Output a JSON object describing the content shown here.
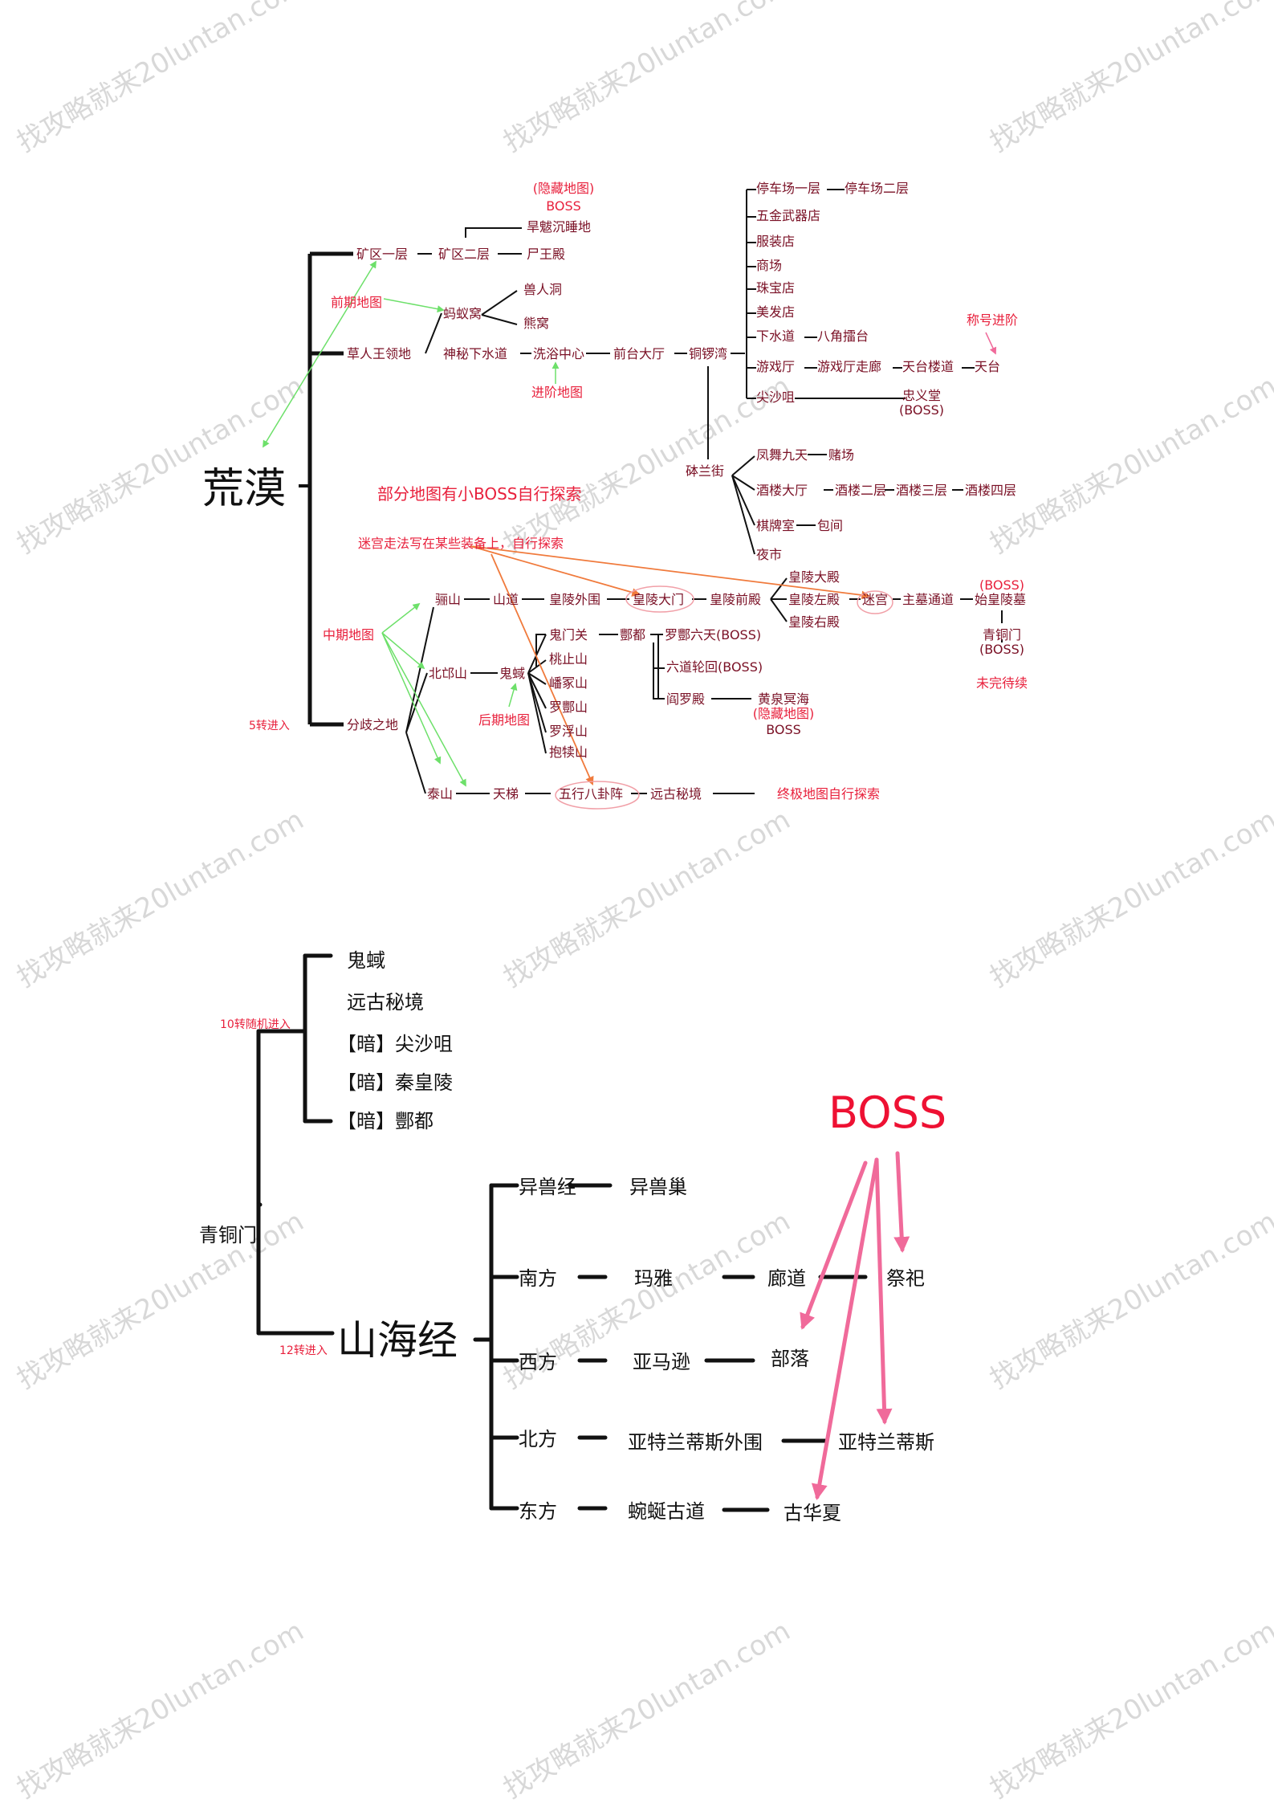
{
  "colors": {
    "line": "#111111",
    "node_text": "#7a1025",
    "red_text": "#e8203c",
    "boss_big": "#ee1133",
    "pink_arrow": "#f06a9a",
    "orange_arrow": "#f07a3c",
    "green_arrow": "#6de06a",
    "circle": "#f1a0a8",
    "watermark": "#c8c8c8"
  },
  "watermark": {
    "text": "找攻略就来20luntan.com"
  },
  "map1": {
    "root": "荒漠",
    "branch_top": [
      "矿区一层",
      "草人王领地",
      "分歧之地"
    ],
    "kuangqu": [
      "矿区二层",
      "旱魃沉睡地",
      "尸王殿"
    ],
    "hidden_map": [
      "(隐藏地图)",
      "BOSS"
    ],
    "mayi": [
      "蚂蚁窝",
      "兽人洞",
      "熊窝"
    ],
    "main_chain": [
      "神秘下水道",
      "洗浴中心",
      "前台大厅",
      "铜锣湾"
    ],
    "tongluowan": [
      "停车场一层",
      "停车场二层",
      "五金武器店",
      "服装店",
      "商场",
      "珠宝店",
      "美发店",
      "下水道",
      "八角擂台",
      "游戏厅",
      "游戏厅走廊",
      "天台楼道",
      "天台",
      "尖沙咀",
      "忠义堂",
      "(BOSS)"
    ],
    "chenghao": "称号进阶",
    "kalanjie": [
      "砵兰街",
      "凤舞九天",
      "赌场",
      "酒楼大厅",
      "酒楼二层",
      "酒楼三层",
      "酒楼四层",
      "棋牌室",
      "包间",
      "夜市"
    ],
    "labels": {
      "early": "前期地图",
      "advance": "进阶地图",
      "small_boss": "部分地图有小BOSS自行探索",
      "maze": "迷宫走法写在某些装备上，自行探索",
      "mid": "中期地图",
      "late": "后期地图",
      "enter5": "5转进入",
      "final": "终极地图自行探索",
      "unfinished": "未完待续"
    },
    "lishan": [
      "骊山",
      "山道",
      "皇陵外围",
      "皇陵大门",
      "皇陵前殿",
      "皇陵大殿",
      "皇陵左殿",
      "皇陵右殿",
      "迷宫",
      "主墓通道",
      "(BOSS)",
      "始皇陵墓",
      "青铜门",
      "(BOSS)"
    ],
    "beiqiu": [
      "北邙山",
      "鬼蜮",
      "鬼门关",
      "酆都",
      "罗酆六天(BOSS)",
      "六道轮回(BOSS)",
      "阎罗殿",
      "黄泉冥海",
      "(隐藏地图)",
      "BOSS",
      "桃止山",
      "嶓冢山",
      "罗酆山",
      "罗浮山",
      "抱犊山"
    ],
    "taishan": [
      "泰山",
      "天梯",
      "五行八卦阵",
      "远古秘境"
    ]
  },
  "map2": {
    "root": "青铜门",
    "enter10": "10转随机进入",
    "enter12": "12转进入",
    "random": [
      "鬼蜮",
      "远古秘境",
      "【暗】尖沙咀",
      "【暗】秦皇陵",
      "【暗】酆都"
    ],
    "shanhai": "山海经",
    "boss": "BOSS",
    "rows": [
      [
        "异兽经",
        "异兽巢"
      ],
      [
        "南方",
        "玛雅",
        "廊道",
        "祭祀"
      ],
      [
        "西方",
        "亚马逊",
        "部落"
      ],
      [
        "北方",
        "亚特兰蒂斯外围",
        "亚特兰蒂斯"
      ],
      [
        "东方",
        "蜿蜒古道",
        "古华夏"
      ]
    ]
  }
}
